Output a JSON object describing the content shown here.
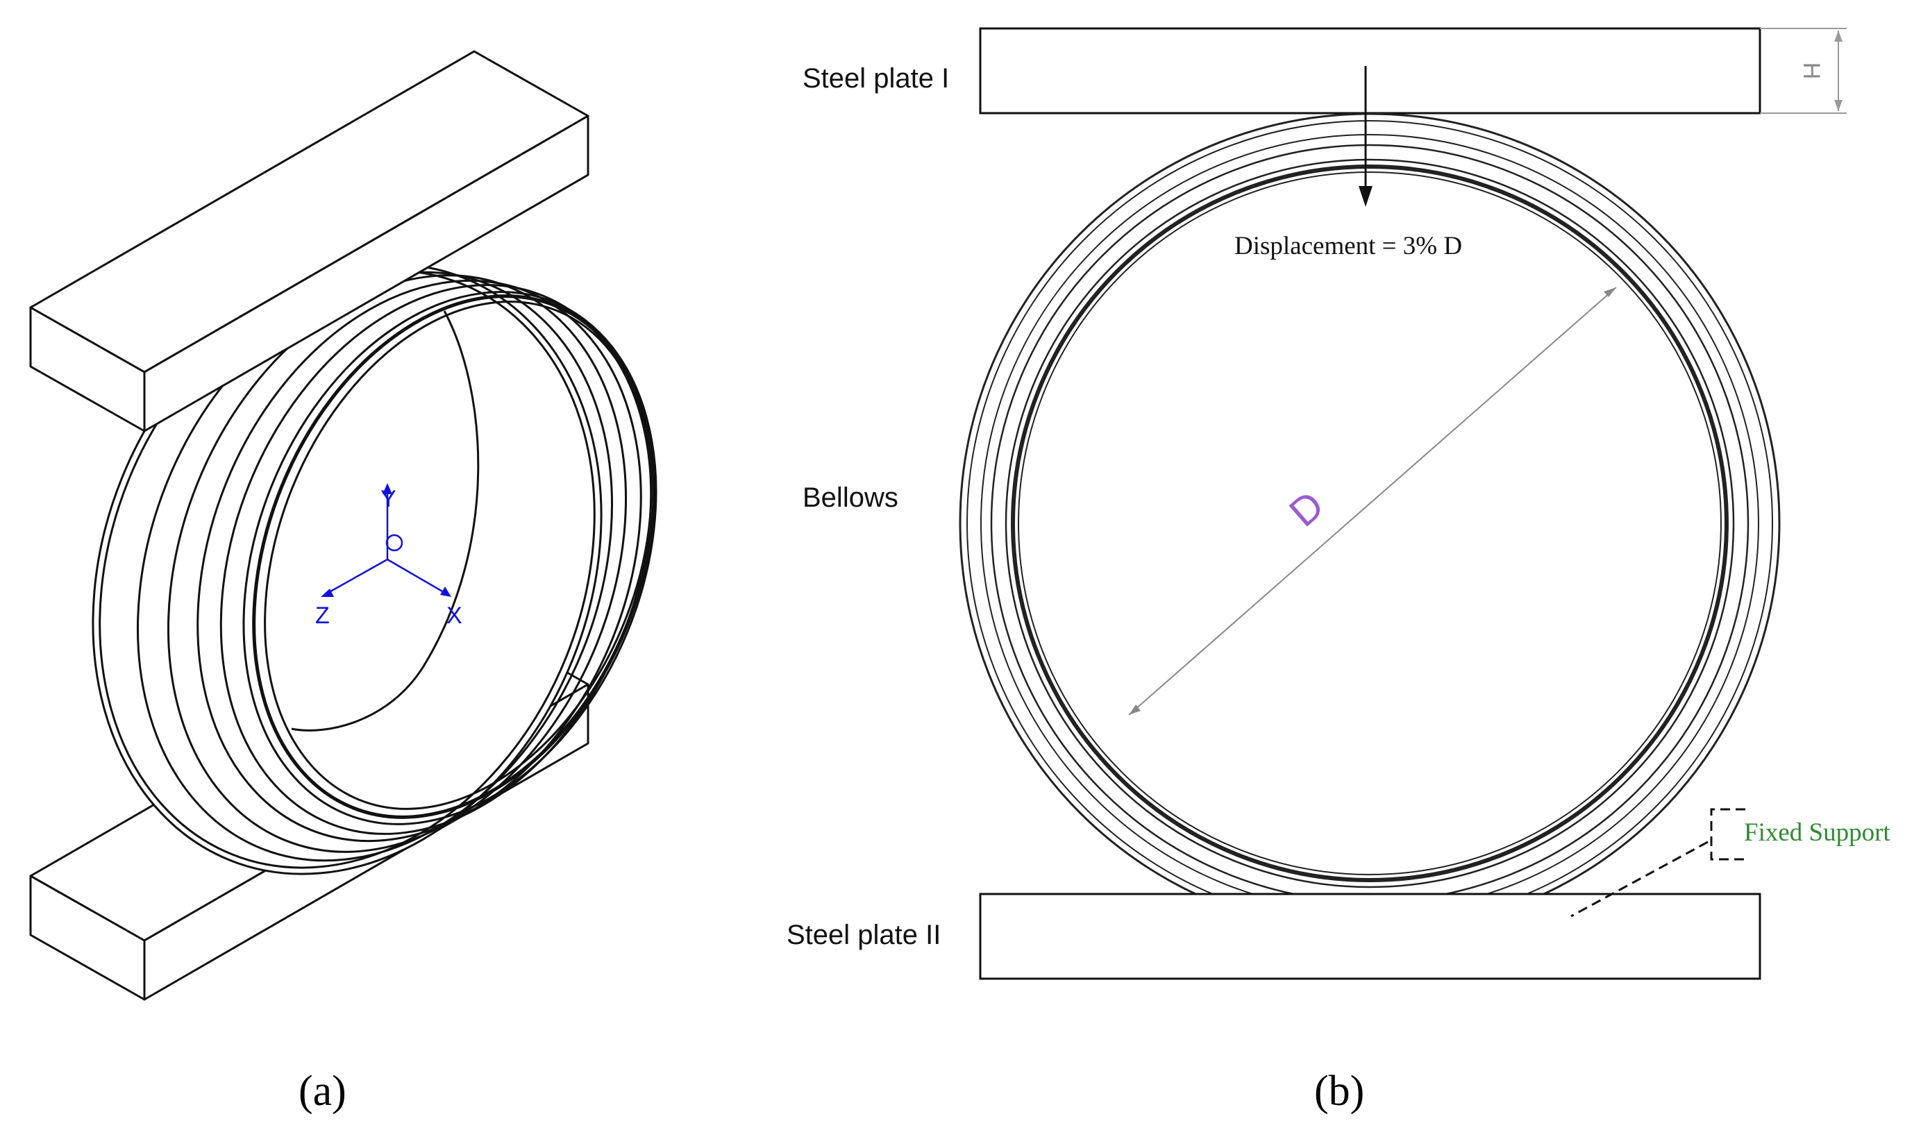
{
  "panel_a": {
    "caption": "(a)",
    "axes": {
      "y": "Y",
      "x": "X",
      "z": "Z",
      "origin": "O"
    },
    "axis_color": "#1010e0"
  },
  "panel_b": {
    "caption": "(b)",
    "labels": {
      "plate_top": "Steel plate I",
      "plate_bottom": "Steel plate II",
      "bellows": "Bellows",
      "displacement": "Displacement = 3% D",
      "fixed_support": "Fixed Support",
      "diameter": "D",
      "thickness": "H"
    },
    "colors": {
      "fixed_support": "#2e8b2e",
      "diameter": "#9a5cd0",
      "dimension": "#888888"
    }
  }
}
